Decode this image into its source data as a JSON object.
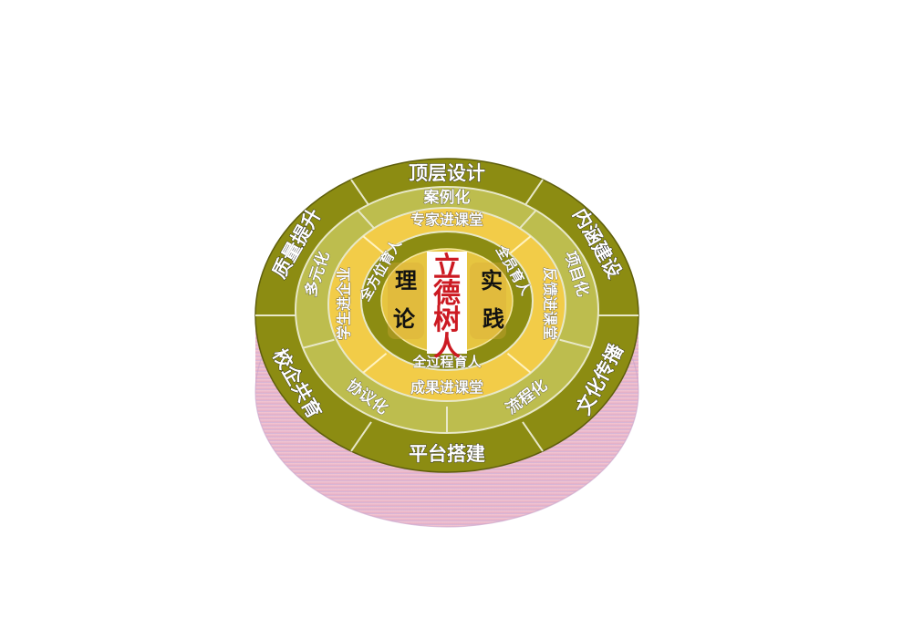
{
  "center": {
    "chars": [
      "立",
      "德",
      "树",
      "人"
    ]
  },
  "left_side": {
    "chars": [
      "理",
      "论"
    ]
  },
  "right_side": {
    "chars": [
      "实",
      "践"
    ]
  },
  "core_ring": [
    "全方位育人",
    "全员育人",
    "全过程育人"
  ],
  "inner_ring": [
    "专家进课堂",
    "反馈进课堂",
    "成果进课堂",
    "学生进企业"
  ],
  "middle_ring": [
    "案例化",
    "项目化",
    "流程化",
    "协议化",
    "多元化"
  ],
  "outer_ring": [
    "顶层设计",
    "内涵建设",
    "文化传播",
    "平台搭建",
    "校企共育",
    "质量提升"
  ],
  "colors": {
    "outer": "#8c8c12",
    "middle": "#bdbd4e",
    "inner": "#f2cc48",
    "core": "#8c8c12",
    "disk": "#dcc9a3",
    "center_panel": "#ffffff",
    "center_text": "#cc1a22",
    "side_band": "#d6a93a",
    "base": "#e9b5c7",
    "base_edge": "#c7a1c9"
  }
}
